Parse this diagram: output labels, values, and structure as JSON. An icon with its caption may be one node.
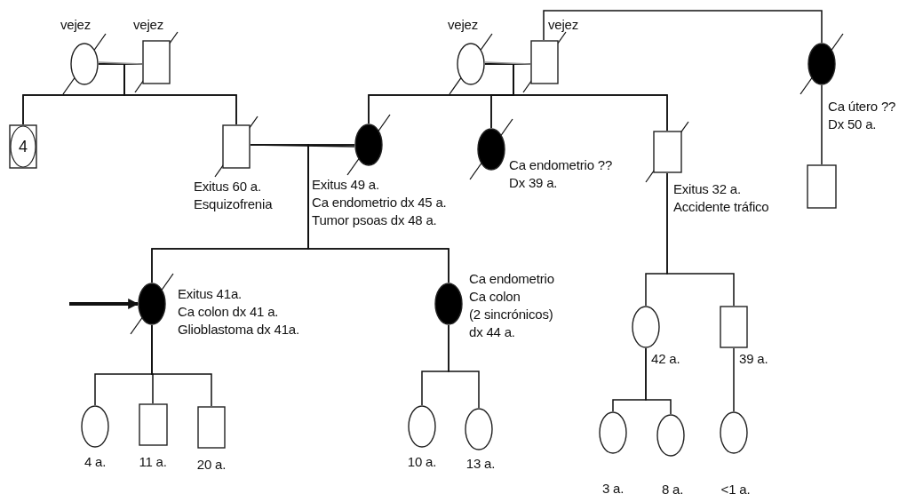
{
  "diagram": {
    "nodes": [
      {
        "text": [],
        "shape": "circle",
        "beside": [
          "vejez"
        ]
      },
      {
        "text": [],
        "shape": "box",
        "beside": [
          "vejez"
        ]
      },
      {
        "text": [
          "4"
        ]
      },
      {
        "text": [],
        "shape": "box",
        "beside": [
          "Exitus 60 a.",
          "Esquizofrenia"
        ]
      },
      {
        "text": [],
        "shape": "circle",
        "beside": [
          "Exitus 49 a.",
          "Ca endometrio dx 45 a.",
          "Tumor psoas dx 48 a."
        ]
      },
      {
        "text": [],
        "shape": "circle",
        "beside": [
          "vejez"
        ]
      },
      {
        "text": [],
        "shape": "box",
        "beside": [
          "vejez"
        ]
      },
      {
        "text": [],
        "shape": "circle",
        "beside": [
          "Ca útero ??",
          "Dx 50 a."
        ]
      },
      {
        "text": [],
        "shape": "circle",
        "beside": [
          "Ca endometrio ??",
          "Dx 39 a."
        ]
      },
      {
        "text": [],
        "shape": "box",
        "beside": [
          "Exitus 32 a.",
          "Accidente tráfico"
        ]
      },
      {
        "text": [],
        "shape": "box"
      },
      {
        "text": [],
        "shape": "circle",
        "beside": [
          "Exitus 41a.",
          "Ca colon dx 41 a.",
          "Glioblastoma dx 41a."
        ]
      },
      {
        "text": [],
        "shape": "circle",
        "beside": [
          "Ca endometrio",
          "Ca colon",
          "(2 sincrónicos)",
          "dx 44 a."
        ]
      },
      {
        "text": [],
        "shape": "circle",
        "beside": [
          "42 a."
        ]
      },
      {
        "text": [],
        "shape": "box",
        "beside": [
          "39 a."
        ]
      },
      {
        "text": [],
        "shape": "circle",
        "beside": [
          "4 a."
        ]
      },
      {
        "text": [],
        "shape": "box",
        "beside": [
          "11 a."
        ]
      },
      {
        "text": [],
        "shape": "box",
        "beside": [
          "20 a."
        ]
      },
      {
        "text": [],
        "shape": "circle",
        "beside": [
          "10 a."
        ]
      },
      {
        "text": [],
        "shape": "circle",
        "beside": [
          "13 a."
        ]
      },
      {
        "text": [],
        "shape": "circle",
        "beside": [
          "3 a."
        ]
      },
      {
        "text": [],
        "shape": "circle",
        "beside": [
          "8 a."
        ]
      },
      {
        "text": [],
        "shape": "circle",
        "beside": [
          "<1 a."
        ]
      }
    ],
    "edges": [
      {
        "from": 0,
        "to": 1,
        "arrow": "none",
        "color": "#999999"
      },
      {
        "from": 0,
        "to": 2,
        "arrow": "none"
      },
      {
        "from": 0,
        "to": 3,
        "arrow": "none"
      },
      {
        "from": 3,
        "to": 4,
        "arrow": "none"
      },
      {
        "from": 4,
        "to": 11,
        "arrow": "none"
      },
      {
        "from": 4,
        "to": 12,
        "arrow": "none"
      },
      {
        "from": 5,
        "to": 6,
        "arrow": "none",
        "color": "#999999"
      },
      {
        "from": 5,
        "to": 4,
        "arrow": "none"
      },
      {
        "from": 5,
        "to": 8,
        "arrow": "none"
      },
      {
        "from": 5,
        "to": 9,
        "arrow": "none"
      },
      {
        "from": 6,
        "to": 7,
        "arrow": "none"
      },
      {
        "from": 7,
        "to": 10,
        "arrow": "none"
      },
      {
        "from": 9,
        "to": 13,
        "arrow": "none"
      },
      {
        "from": 9,
        "to": 14,
        "arrow": "none"
      },
      {
        "from": 11,
        "to": 15,
        "arrow": "none"
      },
      {
        "from": 11,
        "to": 16,
        "arrow": "none"
      },
      {
        "from": 11,
        "to": 17,
        "arrow": "none"
      },
      {
        "from": 12,
        "to": 18,
        "arrow": "none"
      },
      {
        "from": 12,
        "to": 19,
        "arrow": "none"
      },
      {
        "from": 13,
        "to": 20,
        "arrow": "none"
      },
      {
        "from": 13,
        "to": 21,
        "arrow": "none"
      },
      {
        "from": 14,
        "to": 22,
        "arrow": "none"
      },
      {
        "from": null,
        "to": 11,
        "arrow": "to",
        "style": "thick"
      },
      {
        "from": 1,
        "to": 2,
        "arrow": "none"
      },
      {
        "from": 1,
        "to": 3,
        "arrow": "none"
      },
      {
        "from": 6,
        "to": 4,
        "arrow": "none"
      },
      {
        "from": 6,
        "to": 8,
        "arrow": "none"
      },
      {
        "from": 6,
        "to": 9,
        "arrow": "none"
      },
      {
        "from": 3,
        "to": 11,
        "arrow": "none"
      },
      {
        "from": 3,
        "to": 12,
        "arrow": "none"
      }
    ]
  }
}
